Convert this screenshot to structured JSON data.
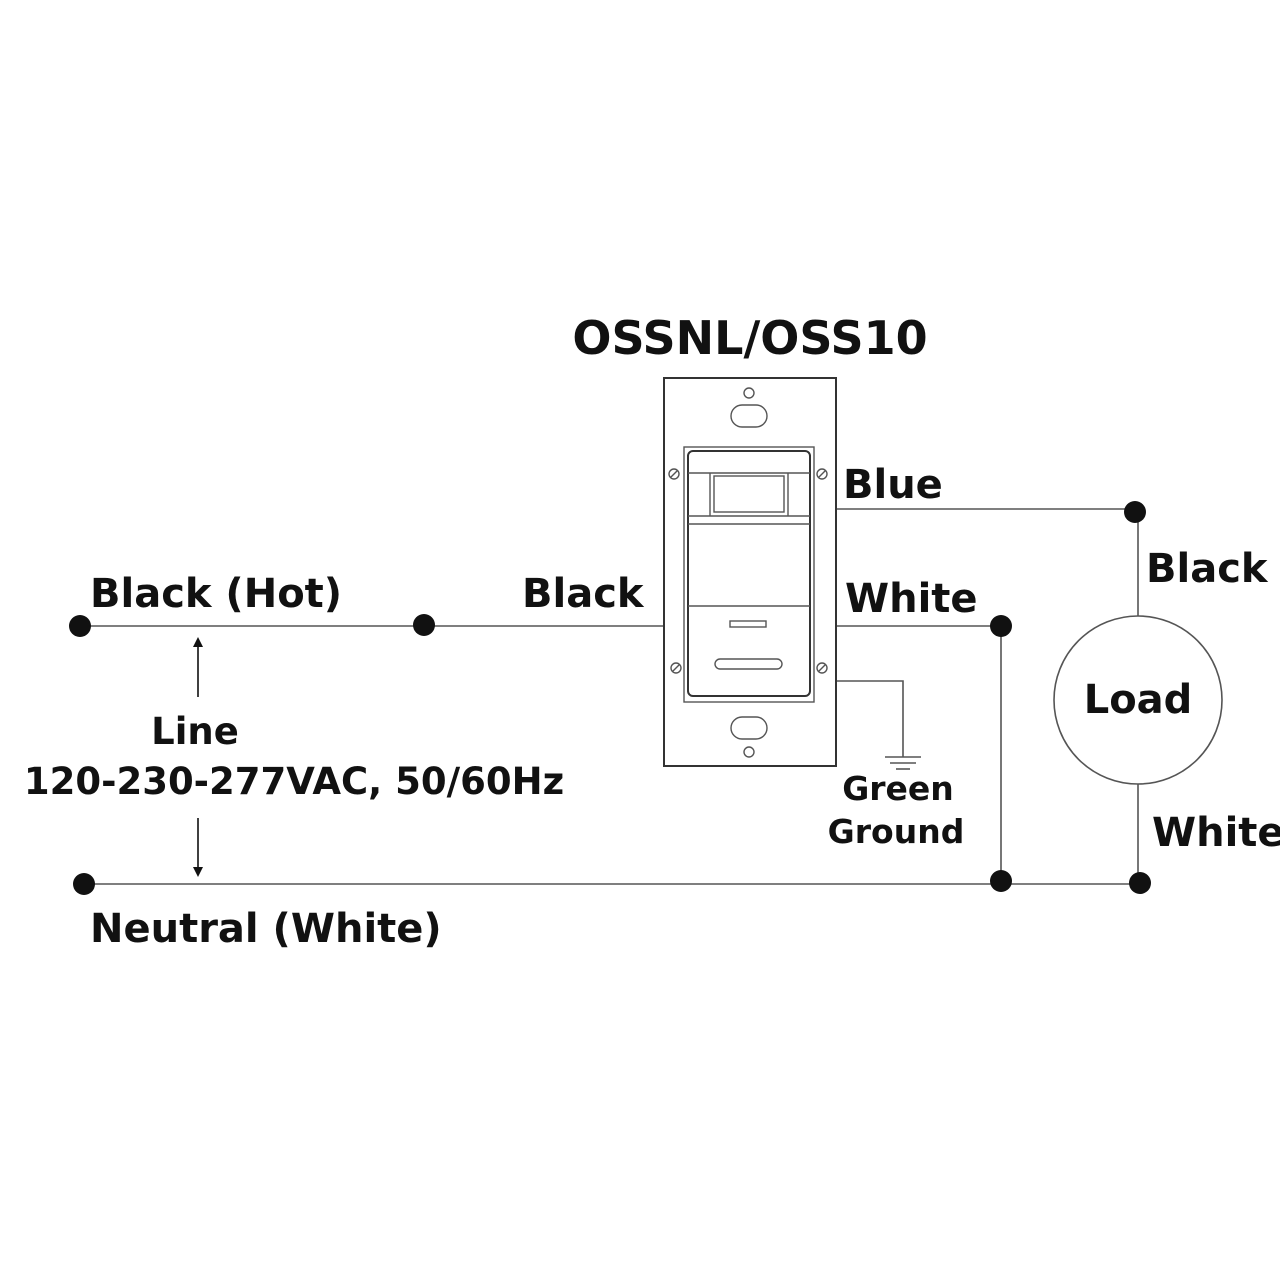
{
  "diagram": {
    "title": "OSSNL/OSS10",
    "labels": {
      "black_hot": "Black (Hot)",
      "black_switch": "Black",
      "blue": "Blue",
      "white_switch": "White",
      "black_load": "Black",
      "load": "Load",
      "white_load": "White",
      "line": "Line",
      "voltage": "120-230-277VAC, 50/60Hz",
      "neutral": "Neutral (White)",
      "green": "Green",
      "ground": "Ground"
    }
  }
}
